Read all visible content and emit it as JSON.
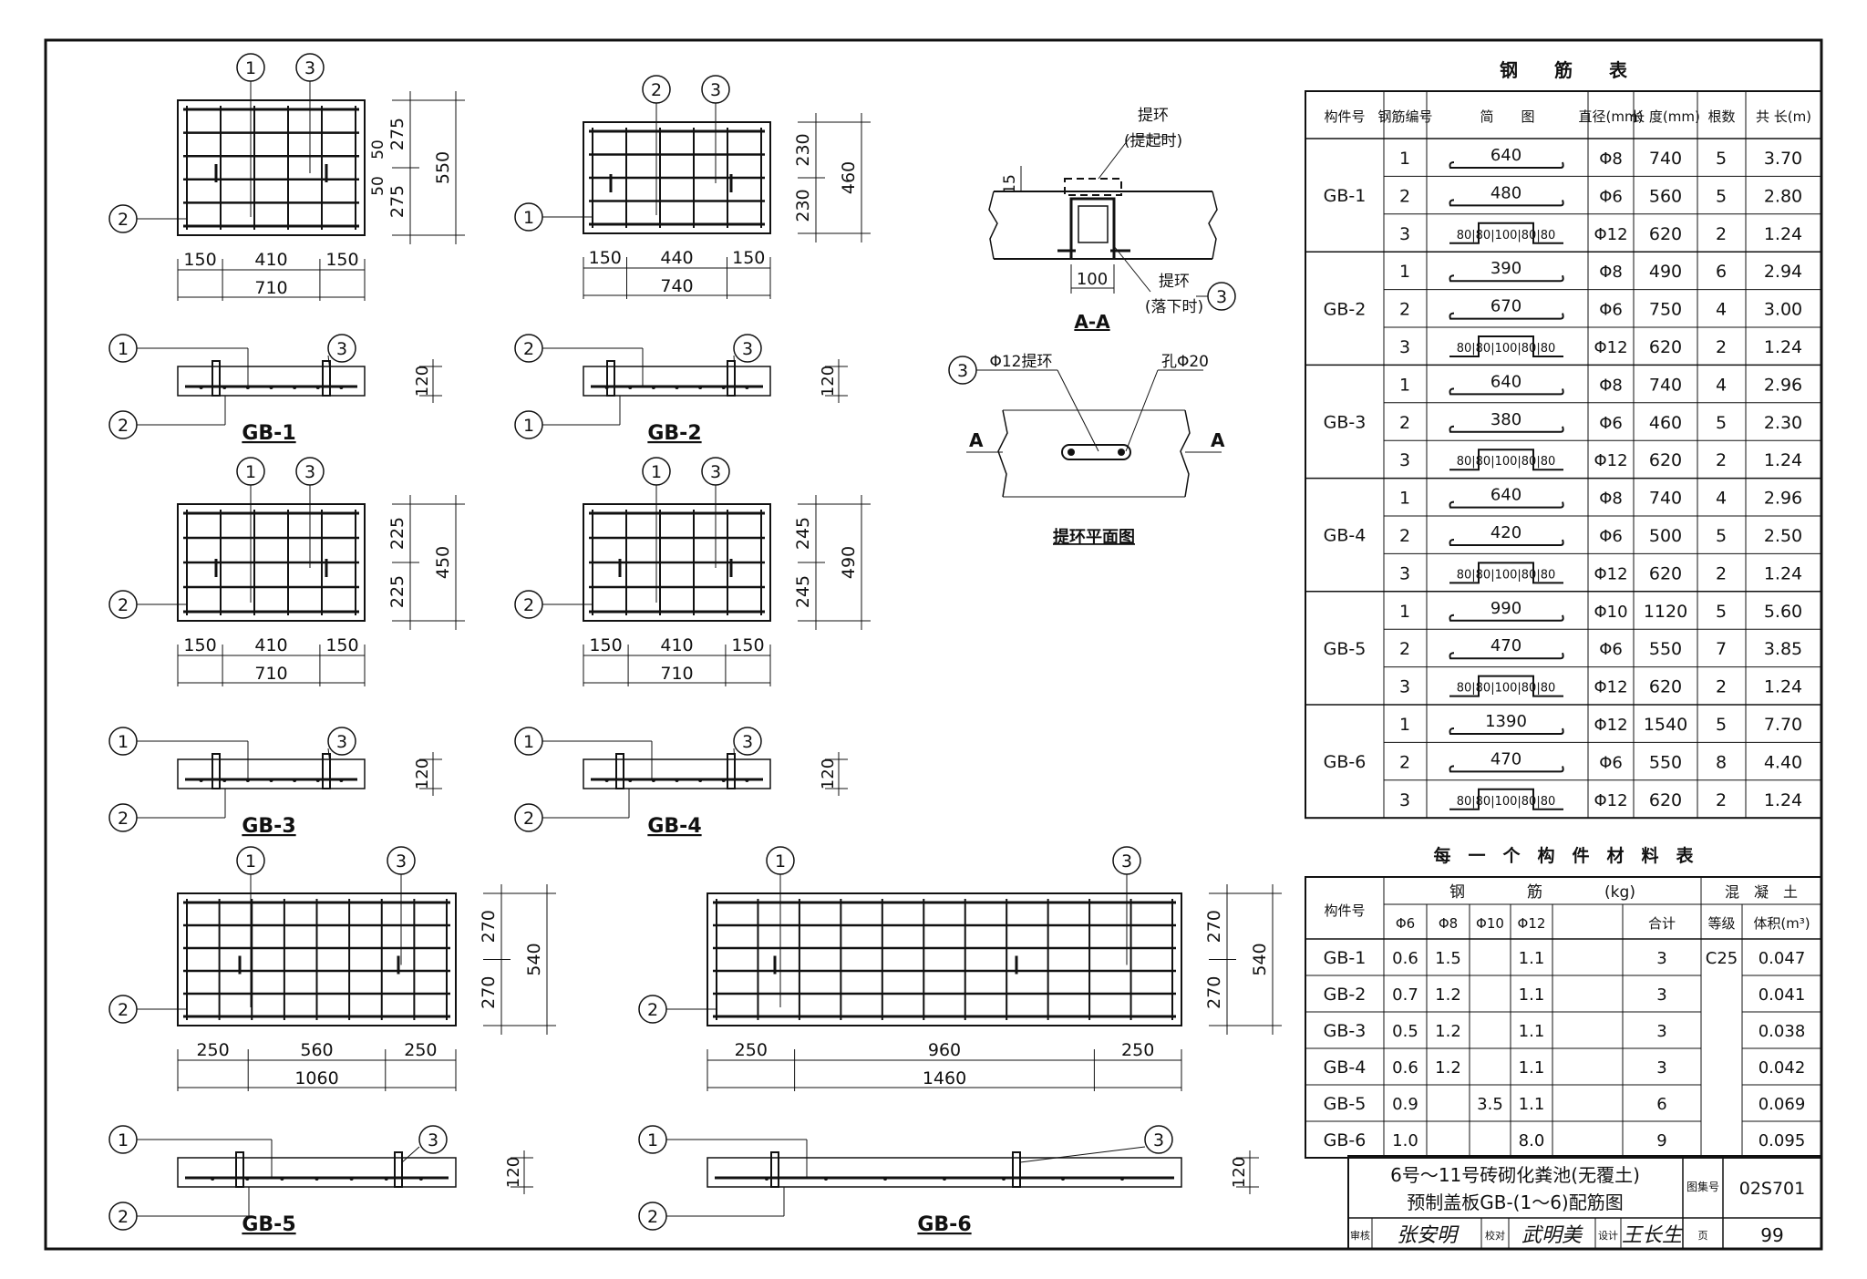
{
  "panels": [
    {
      "name": "GB-1",
      "top": [
        "150",
        "410",
        "150"
      ],
      "total": "710",
      "right_a": "275",
      "right_b": "275",
      "right_total": "550",
      "extra_dims": [
        "50",
        "50"
      ],
      "section_h": "120",
      "plan_callouts": [
        "1",
        "3"
      ],
      "side_callout": "2",
      "sec_callouts": [
        "1",
        "2",
        "3"
      ]
    },
    {
      "name": "GB-2",
      "top": [
        "150",
        "440",
        "150"
      ],
      "total": "740",
      "right_a": "230",
      "right_b": "230",
      "right_total": "460",
      "extra_dims": [],
      "section_h": "120",
      "plan_callouts": [
        "2",
        "3"
      ],
      "side_callout": "1",
      "sec_callouts": [
        "2",
        "1",
        "3"
      ]
    },
    {
      "name": "GB-3",
      "top": [
        "150",
        "410",
        "150"
      ],
      "total": "710",
      "right_a": "225",
      "right_b": "225",
      "right_total": "450",
      "extra_dims": [],
      "section_h": "120",
      "plan_callouts": [
        "1",
        "3"
      ],
      "side_callout": "2",
      "sec_callouts": [
        "1",
        "2",
        "3"
      ]
    },
    {
      "name": "GB-4",
      "top": [
        "150",
        "410",
        "150"
      ],
      "total": "710",
      "right_a": "245",
      "right_b": "245",
      "right_total": "490",
      "extra_dims": [],
      "section_h": "120",
      "plan_callouts": [
        "1",
        "3"
      ],
      "side_callout": "2",
      "sec_callouts": [
        "1",
        "2",
        "3"
      ]
    },
    {
      "name": "GB-5",
      "top": [
        "250",
        "560",
        "250"
      ],
      "total": "1060",
      "right_a": "270",
      "right_b": "270",
      "right_total": "540",
      "extra_dims": [],
      "section_h": "120",
      "plan_callouts": [
        "1",
        "3"
      ],
      "side_callout": "2",
      "sec_callouts": [
        "1",
        "2",
        "3"
      ]
    },
    {
      "name": "GB-6",
      "top": [
        "250",
        "960",
        "250"
      ],
      "total": "1460",
      "right_a": "270",
      "right_b": "270",
      "right_total": "540",
      "extra_dims": [],
      "section_h": "120",
      "plan_callouts": [
        "1",
        "3"
      ],
      "side_callout": "2",
      "sec_callouts": [
        "1",
        "2",
        "3"
      ]
    }
  ],
  "detail": {
    "lift_ring_lifted": "提环",
    "lift_ring_lifted2": "(提起时)",
    "lift_ring_down": "提环",
    "lift_ring_down2": "(落下时)",
    "dim_15": "15",
    "dim_100": "100",
    "callout_3": "3",
    "section_title": "A-A",
    "ring_label": "Φ12提环",
    "hole_label": "孔Φ20",
    "cut_left": "A",
    "cut_right": "A",
    "plan_title": "提环平面图"
  },
  "steel_table": {
    "title": "钢　　筋　　表",
    "headers": [
      "构件号",
      "钢筋编号",
      "简　　图",
      "直径(mm)",
      "长 度(mm)",
      "根数",
      "共 长(m)"
    ],
    "groups": [
      {
        "part": "GB-1",
        "rows": [
          {
            "no": "1",
            "shape": "640",
            "dia": "Φ8",
            "len": "740",
            "count": "5",
            "total": "3.70"
          },
          {
            "no": "2",
            "shape": "480",
            "dia": "Φ6",
            "len": "560",
            "count": "5",
            "total": "2.80"
          },
          {
            "no": "3",
            "shape": "80|80|100|80|80",
            "dia": "Φ12",
            "len": "620",
            "count": "2",
            "total": "1.24"
          }
        ]
      },
      {
        "part": "GB-2",
        "rows": [
          {
            "no": "1",
            "shape": "390",
            "dia": "Φ8",
            "len": "490",
            "count": "6",
            "total": "2.94"
          },
          {
            "no": "2",
            "shape": "670",
            "dia": "Φ6",
            "len": "750",
            "count": "4",
            "total": "3.00"
          },
          {
            "no": "3",
            "shape": "80|80|100|80|80",
            "dia": "Φ12",
            "len": "620",
            "count": "2",
            "total": "1.24"
          }
        ]
      },
      {
        "part": "GB-3",
        "rows": [
          {
            "no": "1",
            "shape": "640",
            "dia": "Φ8",
            "len": "740",
            "count": "4",
            "total": "2.96"
          },
          {
            "no": "2",
            "shape": "380",
            "dia": "Φ6",
            "len": "460",
            "count": "5",
            "total": "2.30"
          },
          {
            "no": "3",
            "shape": "80|80|100|80|80",
            "dia": "Φ12",
            "len": "620",
            "count": "2",
            "total": "1.24"
          }
        ]
      },
      {
        "part": "GB-4",
        "rows": [
          {
            "no": "1",
            "shape": "640",
            "dia": "Φ8",
            "len": "740",
            "count": "4",
            "total": "2.96"
          },
          {
            "no": "2",
            "shape": "420",
            "dia": "Φ6",
            "len": "500",
            "count": "5",
            "total": "2.50"
          },
          {
            "no": "3",
            "shape": "80|80|100|80|80",
            "dia": "Φ12",
            "len": "620",
            "count": "2",
            "total": "1.24"
          }
        ]
      },
      {
        "part": "GB-5",
        "rows": [
          {
            "no": "1",
            "shape": "990",
            "dia": "Φ10",
            "len": "1120",
            "count": "5",
            "total": "5.60"
          },
          {
            "no": "2",
            "shape": "470",
            "dia": "Φ6",
            "len": "550",
            "count": "7",
            "total": "3.85"
          },
          {
            "no": "3",
            "shape": "80|80|100|80|80",
            "dia": "Φ12",
            "len": "620",
            "count": "2",
            "total": "1.24"
          }
        ]
      },
      {
        "part": "GB-6",
        "rows": [
          {
            "no": "1",
            "shape": "1390",
            "dia": "Φ12",
            "len": "1540",
            "count": "5",
            "total": "7.70"
          },
          {
            "no": "2",
            "shape": "470",
            "dia": "Φ6",
            "len": "550",
            "count": "8",
            "total": "4.40"
          },
          {
            "no": "3",
            "shape": "80|80|100|80|80",
            "dia": "Φ12",
            "len": "620",
            "count": "2",
            "total": "1.24"
          }
        ]
      }
    ]
  },
  "material_table": {
    "title": "每　一　个　构　件　材　料　表",
    "h_part": "构件号",
    "h_steel": "钢　　　　筋　　　　(kg)",
    "h_concrete": "混　凝　土",
    "sub": [
      "Φ6",
      "Φ8",
      "Φ10",
      "Φ12",
      "",
      "合计",
      "等级",
      "体积(m³)"
    ],
    "rows": [
      {
        "part": "GB-1",
        "c": [
          "0.6",
          "1.5",
          "",
          "1.1",
          "",
          "3",
          "C25",
          "0.047"
        ]
      },
      {
        "part": "GB-2",
        "c": [
          "0.7",
          "1.2",
          "",
          "1.1",
          "",
          "3",
          "",
          "0.041"
        ]
      },
      {
        "part": "GB-3",
        "c": [
          "0.5",
          "1.2",
          "",
          "1.1",
          "",
          "3",
          "",
          "0.038"
        ]
      },
      {
        "part": "GB-4",
        "c": [
          "0.6",
          "1.2",
          "",
          "1.1",
          "",
          "3",
          "",
          "0.042"
        ]
      },
      {
        "part": "GB-5",
        "c": [
          "0.9",
          "",
          "3.5",
          "1.1",
          "",
          "6",
          "",
          "0.069"
        ]
      },
      {
        "part": "GB-6",
        "c": [
          "1.0",
          "",
          "",
          "8.0",
          "",
          "9",
          "",
          "0.095"
        ]
      }
    ]
  },
  "title_block": {
    "line1": "6号～11号砖砌化粪池(无覆土)",
    "line2": "预制盖板GB-(1～6)配筋图",
    "atlas_label": "图集号",
    "atlas_no": "02S701",
    "review": "审核",
    "reviewer": "张安明",
    "check": "校对",
    "checker": "武明美",
    "design": "设计",
    "designer": "王长生",
    "page_label": "页",
    "page_no": "99"
  }
}
